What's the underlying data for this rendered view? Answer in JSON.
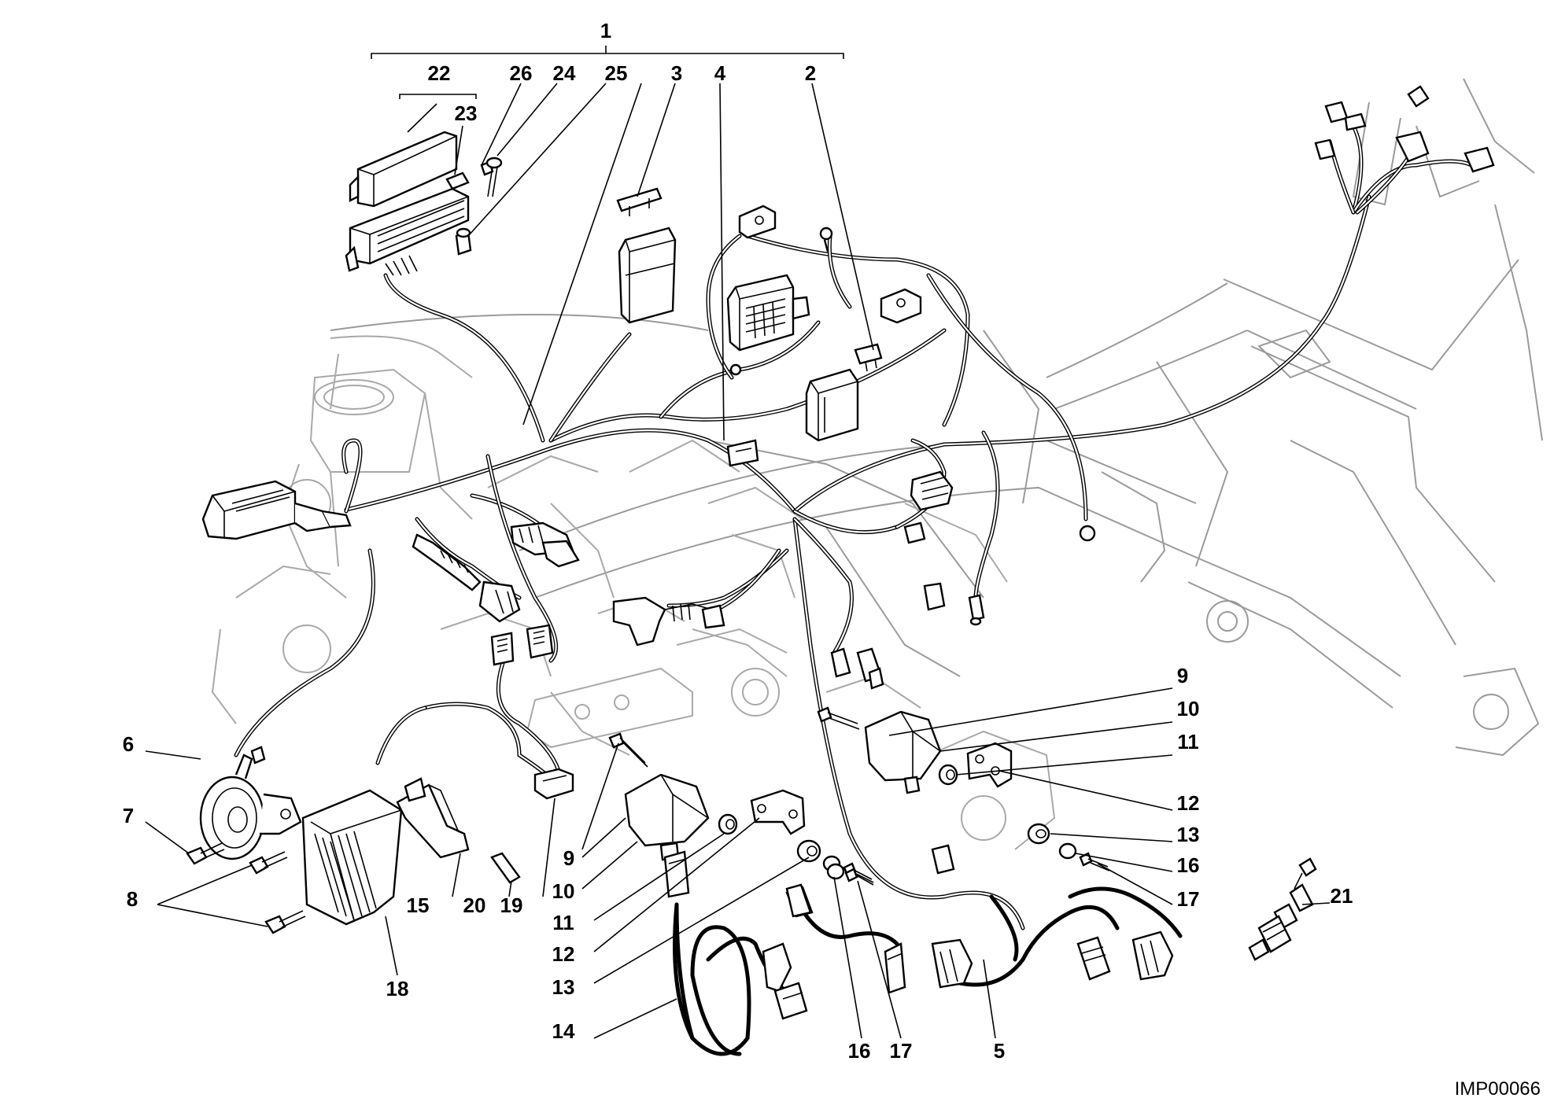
{
  "diagram": {
    "reference_code": "IMP00066",
    "callouts": [
      "1",
      "2",
      "3",
      "4",
      "5",
      "6",
      "7",
      "8",
      "9",
      "10",
      "11",
      "12",
      "13",
      "14",
      "15",
      "16",
      "17",
      "18",
      "19",
      "20",
      "21",
      "22",
      "23",
      "24",
      "25",
      "26"
    ]
  }
}
